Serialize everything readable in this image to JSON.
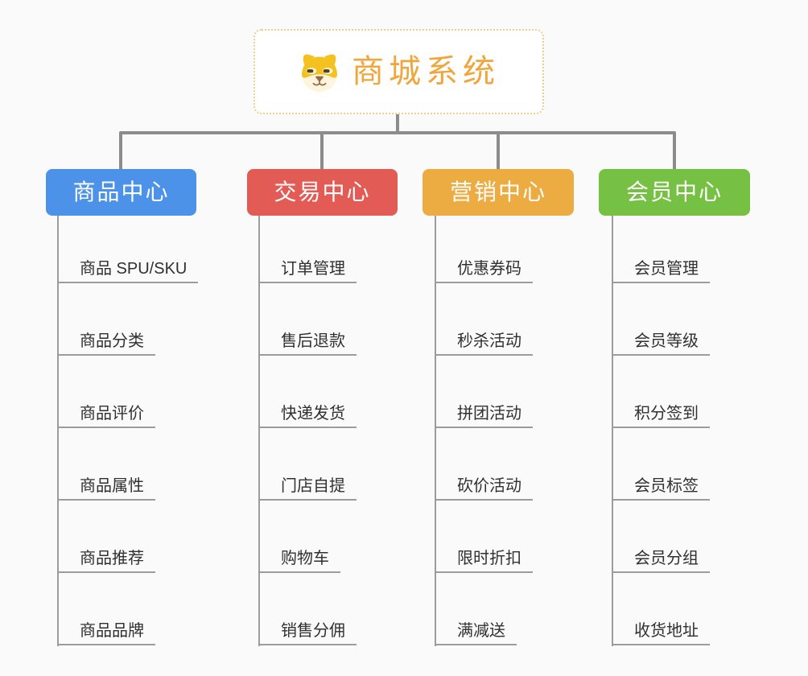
{
  "canvas": {
    "background": "#FAFAFA"
  },
  "root": {
    "title": "商城系统",
    "icon": "dog-face-icon",
    "title_color": "#F0A63D",
    "border_color": "#F3CB8E",
    "background": "#FFFFFF"
  },
  "connectors": {
    "trunk_color": "#8C8C8C",
    "leaf_line_color": "#9C9C9C"
  },
  "leaf_text_color": "#303030",
  "branches": [
    {
      "id": "product",
      "label": "商品中心",
      "color": "#4B92E8",
      "children": [
        "商品 SPU/SKU",
        "商品分类",
        "商品评价",
        "商品属性",
        "商品推荐",
        "商品品牌"
      ]
    },
    {
      "id": "trade",
      "label": "交易中心",
      "color": "#E25B55",
      "children": [
        "订单管理",
        "售后退款",
        "快递发货",
        "门店自提",
        "购物车",
        "销售分佣"
      ]
    },
    {
      "id": "marketing",
      "label": "营销中心",
      "color": "#ECAC41",
      "children": [
        "优惠券码",
        "秒杀活动",
        "拼团活动",
        "砍价活动",
        "限时折扣",
        "满减送"
      ]
    },
    {
      "id": "member",
      "label": "会员中心",
      "color": "#76C043",
      "children": [
        "会员管理",
        "会员等级",
        "积分签到",
        "会员标签",
        "会员分组",
        "收货地址"
      ]
    }
  ]
}
